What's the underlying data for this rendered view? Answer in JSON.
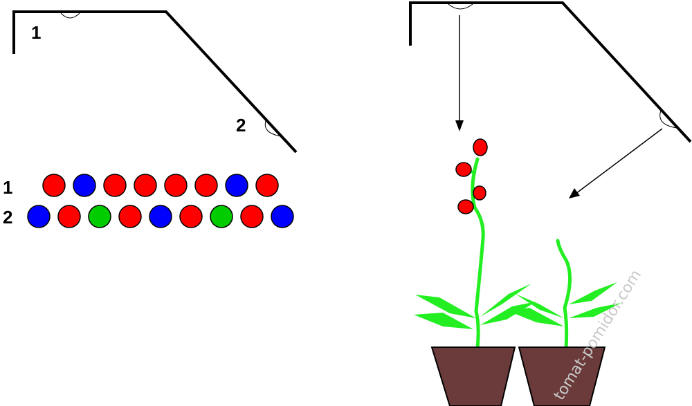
{
  "colors": {
    "background": "#ffffff",
    "line": "#000000",
    "led_red": "#ff0000",
    "led_blue": "#0000ff",
    "led_green": "#00cc00",
    "stem_green": "#22ee22",
    "pot_brown": "#6b3b3b",
    "watermark": "#c9c9c9"
  },
  "left_lamp": {
    "label_1": "1",
    "label_2": "2"
  },
  "led_rows": [
    {
      "label": "1",
      "leds": [
        "red",
        "blue",
        "red",
        "red",
        "red",
        "red",
        "blue",
        "red"
      ]
    },
    {
      "label": "2",
      "leds": [
        "blue",
        "red",
        "green",
        "red",
        "blue",
        "red",
        "green",
        "red",
        "blue"
      ]
    }
  ],
  "watermark": "tomat-pomidor.com"
}
